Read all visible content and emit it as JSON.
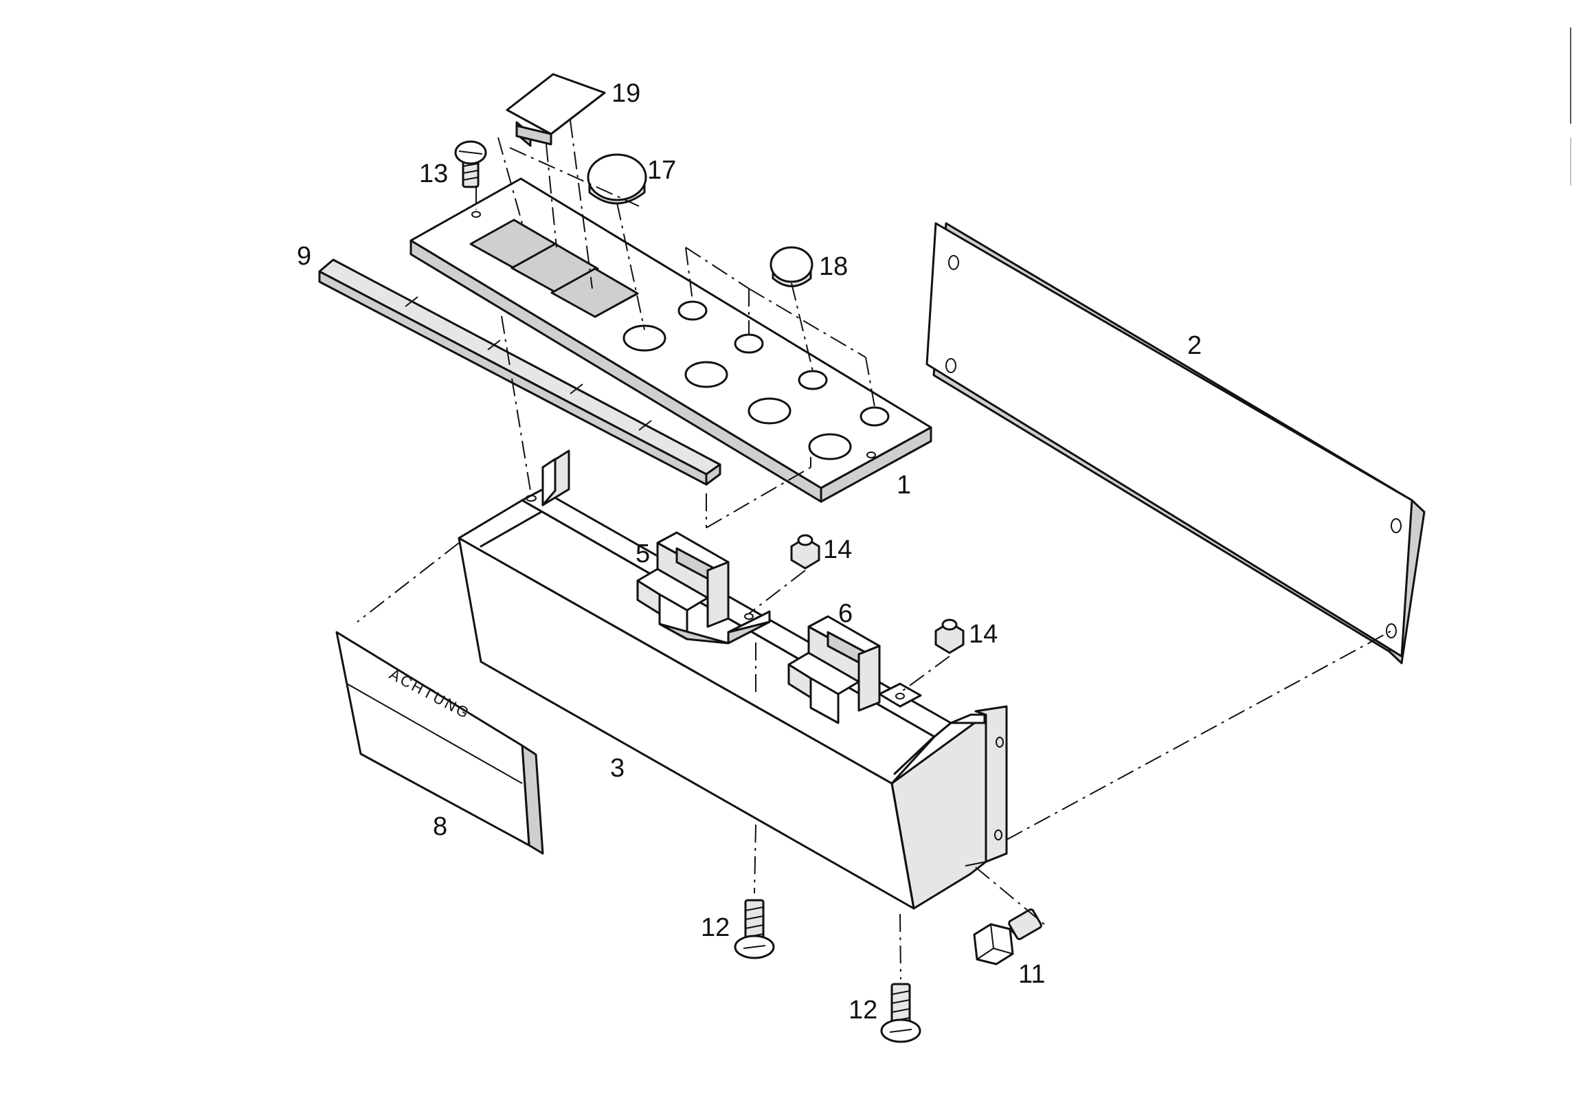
{
  "labels": {
    "p1": "1",
    "p2": "2",
    "p3": "3",
    "p5": "5",
    "p6": "6",
    "p8": "8",
    "p9": "9",
    "p11": "11",
    "p12a": "12",
    "p12b": "12",
    "p13": "13",
    "p14a": "14",
    "p14b": "14",
    "p17": "17",
    "p18": "18",
    "p19": "19"
  },
  "warning_plate_text": "ACHTUNG"
}
